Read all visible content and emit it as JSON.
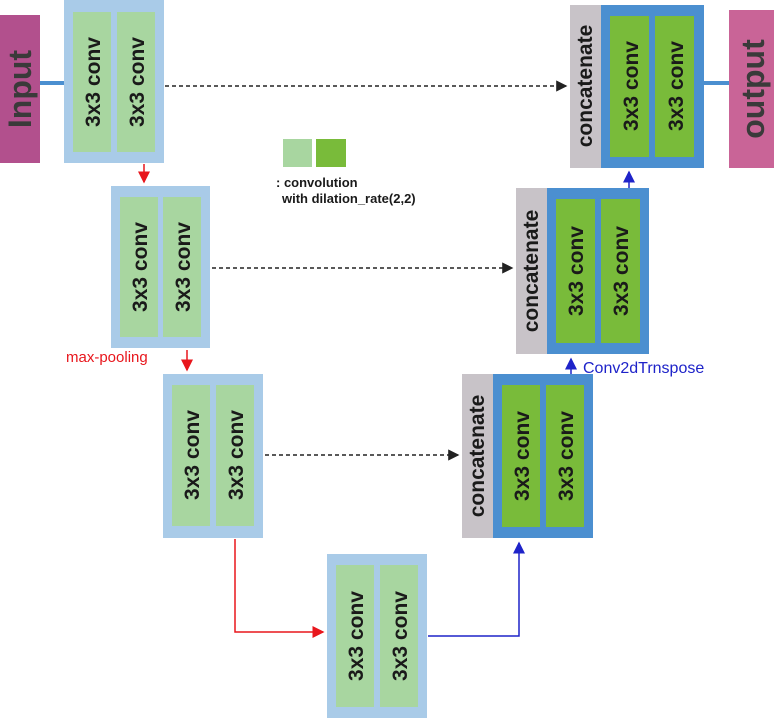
{
  "input_label": "Input",
  "output_label": "output",
  "conv_label": "3x3 conv",
  "concat_label": "concatenate",
  "legend": {
    "line1": ": convolution",
    "line2": "with dilation_rate(2,2)"
  },
  "maxpool_label": "max-pooling",
  "upconv_label": "Conv2dTrnspose",
  "colors": {
    "io_box": "#b2508d",
    "outer_pale": "#a9cbe8",
    "outer_dark": "#4b8fd0",
    "conv_pale": "#a8d6a0",
    "conv_dark": "#79bb3a",
    "concat": "#c8c3c8",
    "red_arrow": "#e8161c",
    "blue_arrow": "#1e23c9"
  }
}
